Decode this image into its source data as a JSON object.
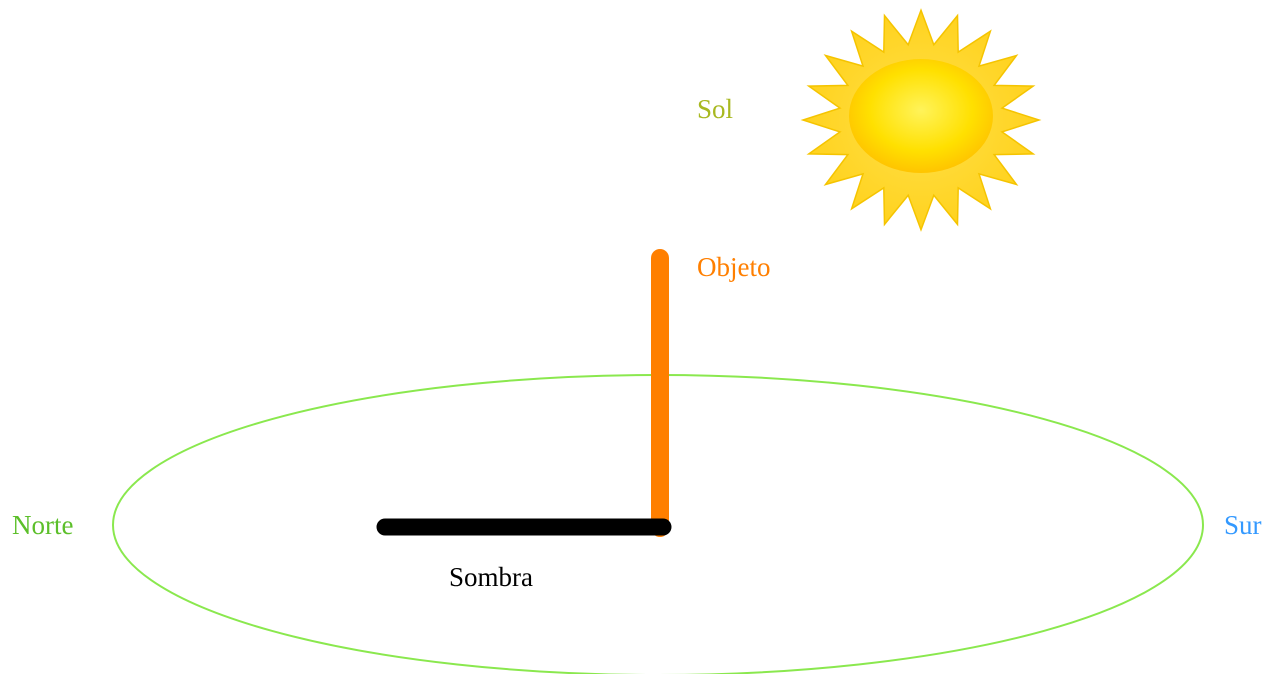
{
  "labels": {
    "sun": "Sol",
    "object": "Objeto",
    "north": "Norte",
    "south": "Sur",
    "shadow": "Sombra"
  },
  "colors": {
    "sun_label": "#a8b820",
    "object": "#ff7f00",
    "north": "#5cbf2a",
    "south": "#3399ff",
    "shadow": "#000000",
    "horizon": "#88e84a",
    "sun_core": "#ffd800",
    "sun_rays": "#ffe600"
  },
  "icons": {
    "sun": "sun-icon"
  }
}
